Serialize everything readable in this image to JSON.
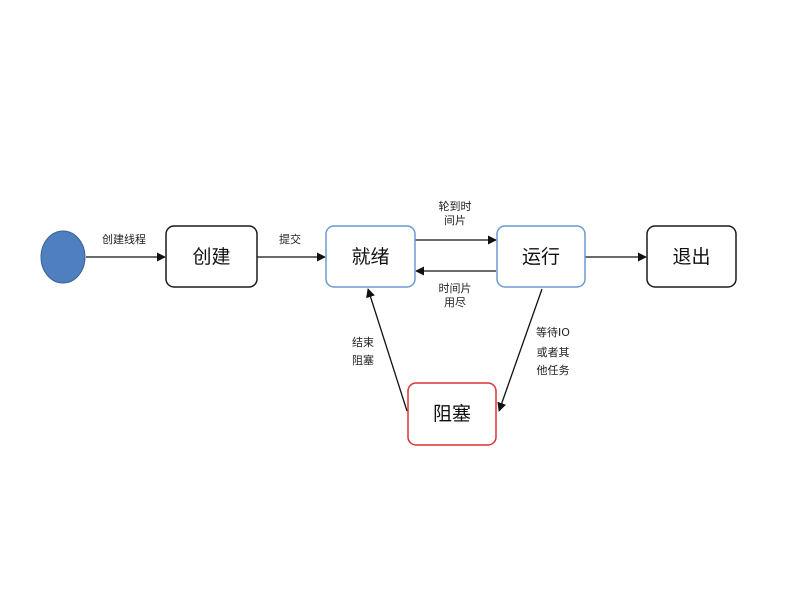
{
  "states": {
    "create": "创建",
    "ready": "就绪",
    "running": "运行",
    "exit": "退出",
    "blocked": "阻塞"
  },
  "transitions": {
    "create_thread": "创建线程",
    "submit": "提交",
    "get_time_slice": [
      "轮到时",
      "间片"
    ],
    "time_slice_used": [
      "时间片",
      "用尽"
    ],
    "wait_io": [
      "等待IO",
      "或者其",
      "他任务"
    ],
    "end_block": [
      "结束",
      "阻塞"
    ]
  },
  "colors": {
    "start_node_fill": "#4F7FBF",
    "start_node_stroke": "#3A6396",
    "default_border": "#1a1a1a",
    "ready_running_border": "#6A9AD0",
    "blocked_border": "#E03030"
  }
}
